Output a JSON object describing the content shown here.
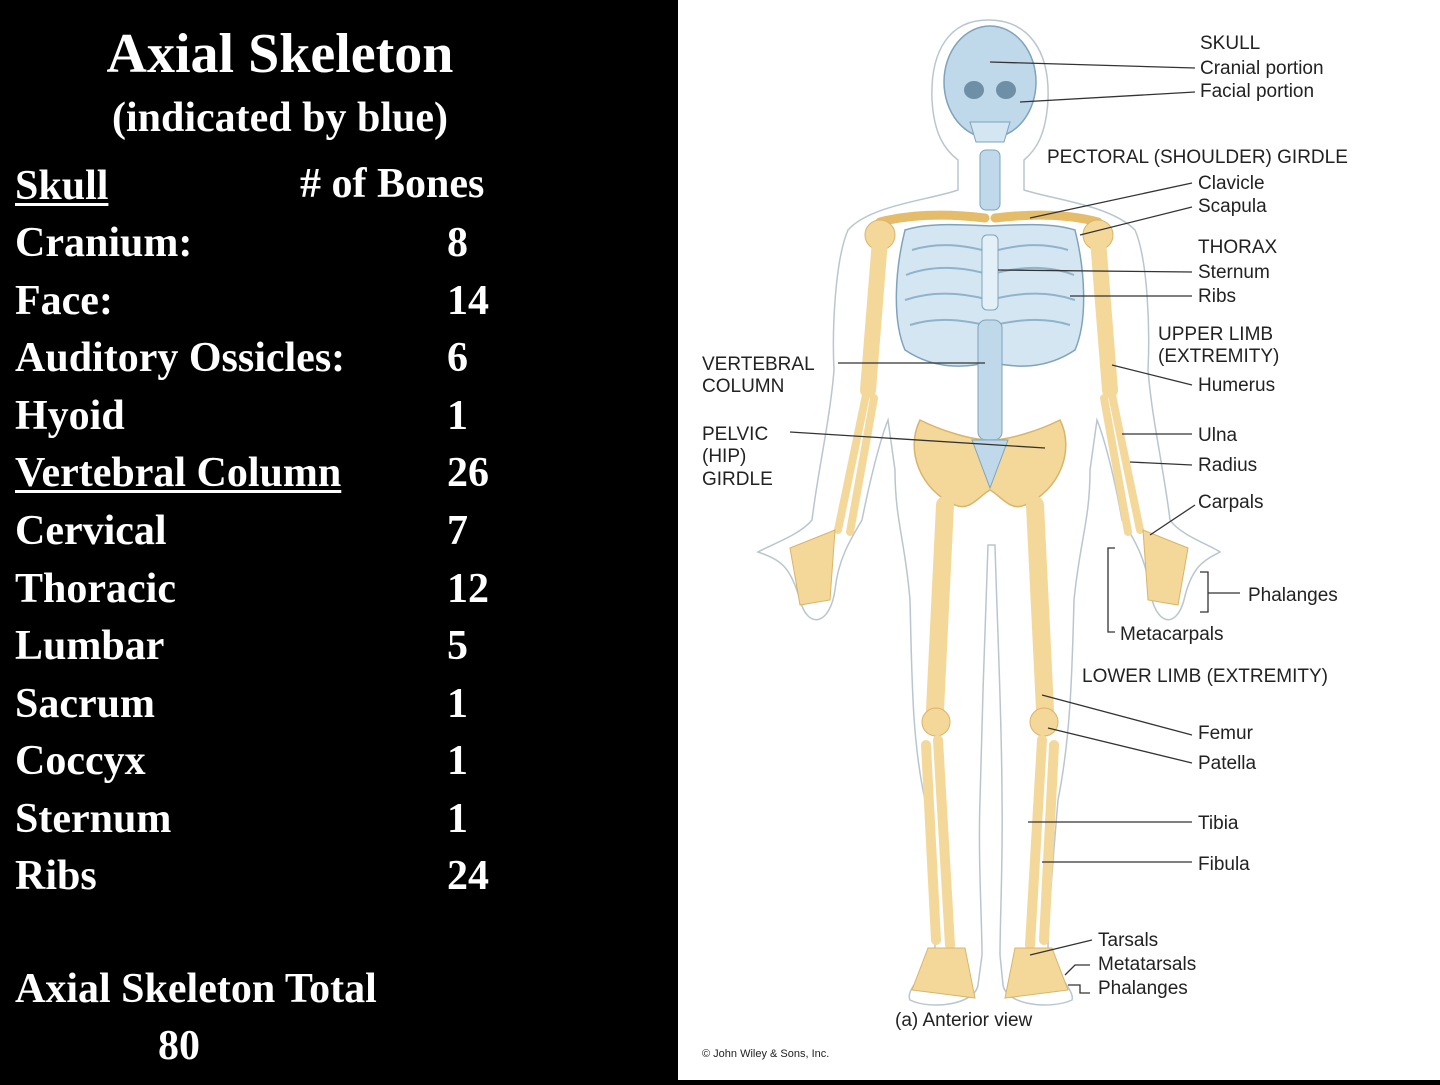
{
  "slide": {
    "title": "Axial Skeleton",
    "subtitle": "(indicated by blue)",
    "header_label": "Skull",
    "header_count": "# of Bones",
    "rows": [
      {
        "label": "Cranium:",
        "count": "8"
      },
      {
        "label": "Face:",
        "count": "14"
      },
      {
        "label": "Auditory Ossicles:",
        "count": "6"
      },
      {
        "label": "Hyoid",
        "count": "1"
      },
      {
        "label": "Vertebral Column",
        "count": "26"
      },
      {
        "label": "Cervical",
        "count": "7"
      },
      {
        "label": "Thoracic",
        "count": "12"
      },
      {
        "label": "Lumbar",
        "count": "5"
      },
      {
        "label": "Sacrum",
        "count": "1"
      },
      {
        "label": "Coccyx",
        "count": "1"
      },
      {
        "label": "Sternum",
        "count": "1"
      },
      {
        "label": "Ribs",
        "count": "24"
      }
    ],
    "total_label": "Axial Skeleton Total",
    "total_value": "80"
  },
  "figure": {
    "colors": {
      "axial": "#bfd9ea",
      "appendicular": "#f3d89a",
      "outline": "#b9c6cf"
    },
    "labels": {
      "skull": "SKULL",
      "cranial": "Cranial portion",
      "facial": "Facial portion",
      "pectoral": "PECTORAL (SHOULDER) GIRDLE",
      "clavicle": "Clavicle",
      "scapula": "Scapula",
      "thorax": "THORAX",
      "sternum": "Sternum",
      "ribs": "Ribs",
      "upper_limb_1": "UPPER LIMB",
      "upper_limb_2": "(EXTREMITY)",
      "humerus": "Humerus",
      "vertebral_1": "VERTEBRAL",
      "vertebral_2": "COLUMN",
      "pelvic_1": "PELVIC",
      "pelvic_2": "(HIP)",
      "pelvic_3": "GIRDLE",
      "ulna": "Ulna",
      "radius": "Radius",
      "carpals": "Carpals",
      "phalanges_hand": "Phalanges",
      "metacarpals": "Metacarpals",
      "lower_limb": "LOWER LIMB (EXTREMITY)",
      "femur": "Femur",
      "patella": "Patella",
      "tibia": "Tibia",
      "fibula": "Fibula",
      "tarsals": "Tarsals",
      "metatarsals": "Metatarsals",
      "phalanges_foot": "Phalanges",
      "view": "(a) Anterior view",
      "copyright": "© John Wiley & Sons, Inc."
    }
  }
}
